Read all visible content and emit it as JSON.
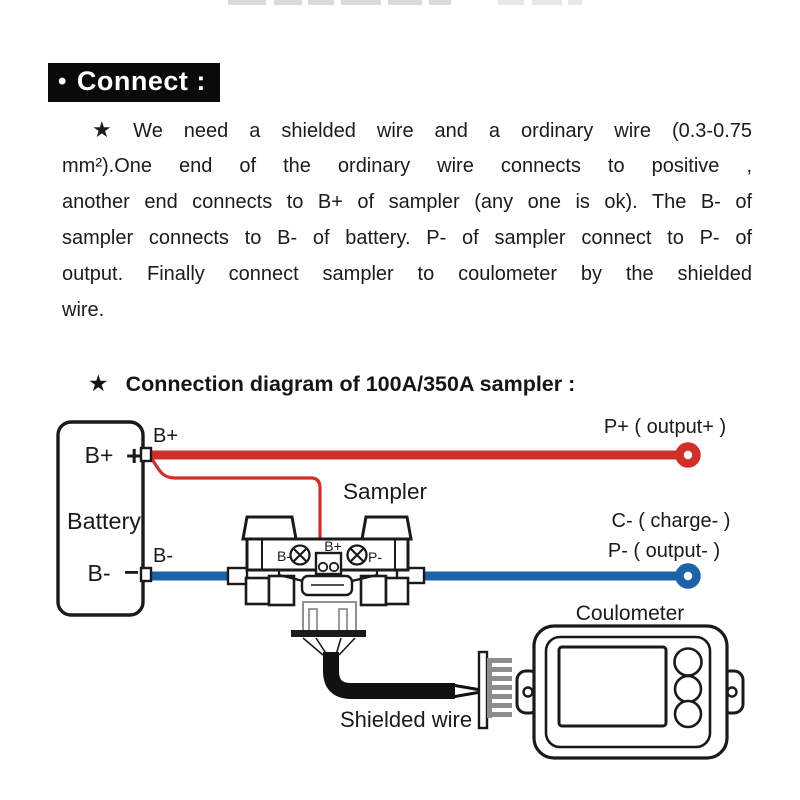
{
  "header": {
    "bullet": "•",
    "title": "Connect :"
  },
  "paragraph": {
    "star": "★",
    "lines": [
      "We need a shielded wire and a ordinary wire (0.3-0.75",
      "mm²).One end of the ordinary wire connects to positive ,",
      "another end connects to B+ of sampler (any one is ok). The B- of",
      "sampler connects to B- of battery. P- of sampler connect to P- of",
      "output. Finally connect sampler to coulometer by the shielded",
      "wire."
    ]
  },
  "diagram_heading": {
    "star": "★",
    "text": "Connection diagram of 100A/350A sampler :"
  },
  "diagram": {
    "battery": {
      "name": "Battery",
      "plus_label": "B+",
      "plus_sign": "+",
      "minus_label": "B-",
      "minus_sign": "−"
    },
    "wires": {
      "bplus_label": "B+",
      "bminus_label": "B-",
      "positive_color": "#d0302a",
      "negative_color": "#1b63a8"
    },
    "sampler": {
      "title": "Sampler",
      "left_terminal": "B-",
      "center_terminal": "B+",
      "right_terminal": "P-"
    },
    "outputs": {
      "positive": "P+ ( output+ )",
      "charge": "C- ( charge- )",
      "negative": "P- ( output- )"
    },
    "shielded_wire_label": "Shielded wire",
    "coulometer_label": "Coulometer"
  }
}
